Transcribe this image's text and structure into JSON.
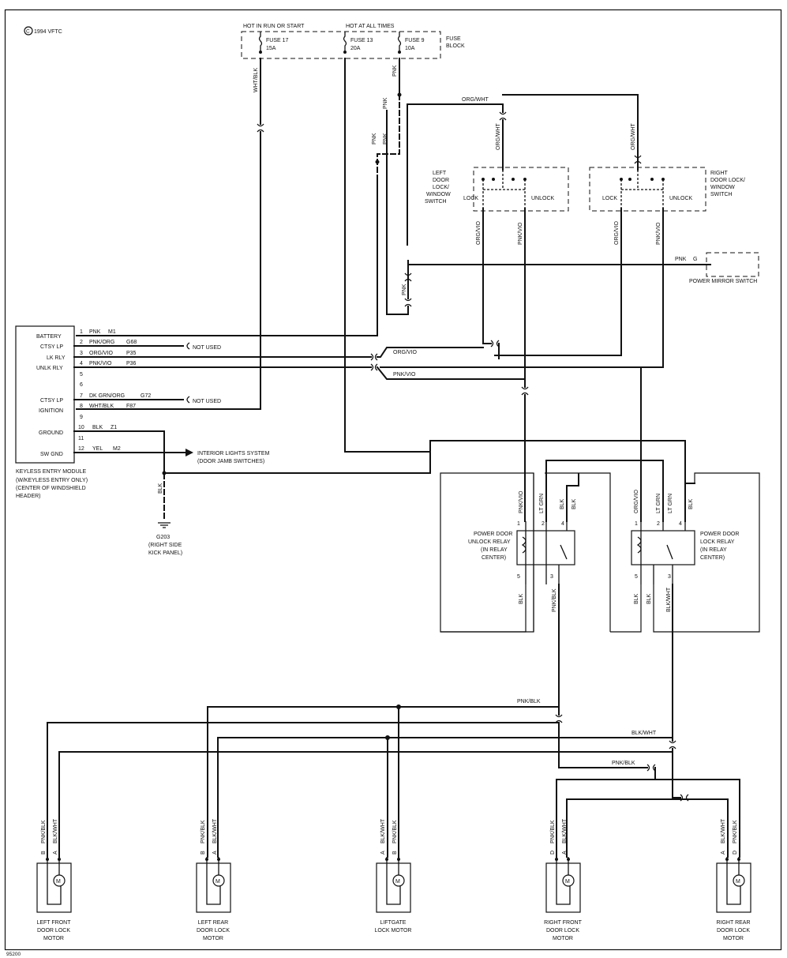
{
  "header": {
    "copyright": "1994 VFTC",
    "fig_id": "95200"
  },
  "fuse_block": {
    "label_line1": "FUSE",
    "label_line2": "BLOCK",
    "hot_run_start": "HOT IN RUN OR START",
    "hot_all_times": "HOT AT ALL TIMES",
    "fuses": [
      {
        "name": "FUSE 17",
        "rating": "15A"
      },
      {
        "name": "FUSE 13",
        "rating": "20A"
      },
      {
        "name": "FUSE 9",
        "rating": "10A"
      }
    ]
  },
  "switches": {
    "left": {
      "lines": [
        "LEFT",
        "DOOR",
        "LOCK/",
        "WINDOW",
        "SWITCH"
      ],
      "lock": "LOCK",
      "unlock": "UNLOCK"
    },
    "right": {
      "lines": [
        "RIGHT",
        "DOOR LOCK/",
        "WINDOW",
        "SWITCH"
      ],
      "lock": "LOCK",
      "unlock": "UNLOCK"
    },
    "mirror": "POWER MIRROR SWITCH"
  },
  "module": {
    "left_labels": [
      "BATTERY",
      "CTSY LP",
      "LK RLY",
      "UNLK RLY",
      "CTSY LP",
      "IGNITION",
      "GROUND",
      "SW GND"
    ],
    "pins": [
      "1",
      "2",
      "3",
      "4",
      "5",
      "6",
      "7",
      "8",
      "9",
      "10",
      "11",
      "12"
    ],
    "wires": [
      {
        "color": "PNK",
        "circuit": "M1"
      },
      {
        "color": "PNK/ORG",
        "circuit": "G68"
      },
      {
        "color": "ORG/VIO",
        "circuit": "P35"
      },
      {
        "color": "PNK/VIO",
        "circuit": "P36"
      },
      {
        "color": "DK GRN/ORG",
        "circuit": "G72"
      },
      {
        "color": "WHT/BLK",
        "circuit": "F87"
      },
      {
        "color": "BLK",
        "circuit": "Z1"
      },
      {
        "color": "YEL",
        "circuit": "M2"
      }
    ],
    "caption": [
      "KEYLESS ENTRY MODULE",
      "(W/KEYLESS ENTRY ONLY)",
      "(CENTER OF WINDSHIELD",
      "HEADER)"
    ],
    "not_used": "NOT USED",
    "interior": [
      "INTERIOR LIGHTS SYSTEM",
      "(DOOR JAMB SWITCHES)"
    ],
    "ground": [
      "G203",
      "(RIGHT SIDE",
      "KICK PANEL)"
    ]
  },
  "wire_colors": {
    "wht_blk": "WHT/BLK",
    "pnk": "PNK",
    "org_wht": "ORG/WHT",
    "org_vio": "ORG/VIO",
    "pnk_vio": "PNK/VIO",
    "lt_grn": "LT GRN",
    "blk": "BLK",
    "pnk_blk": "PNK/BLK",
    "blk_wht": "BLK/WHT",
    "pnk_g": "PNK",
    "g": "G"
  },
  "relays": {
    "unlock": [
      "POWER DOOR",
      "UNLOCK RELAY",
      "(IN RELAY",
      "CENTER)"
    ],
    "lock": [
      "POWER DOOR",
      "LOCK RELAY",
      "(IN RELAY",
      "CENTER)"
    ],
    "pins": [
      "1",
      "2",
      "4",
      "5",
      "3"
    ]
  },
  "motors": [
    {
      "lines": [
        "LEFT FRONT",
        "DOOR LOCK",
        "MOTOR"
      ],
      "pin_b": "B",
      "pin_a": "A",
      "wire_b": "PNK/BLK",
      "wire_a": "BLK/WHT"
    },
    {
      "lines": [
        "LEFT REAR",
        "DOOR LOCK",
        "MOTOR"
      ],
      "pin_b": "B",
      "pin_a": "A",
      "wire_b": "PNK/BLK",
      "wire_a": "BLK/WHT"
    },
    {
      "lines": [
        "LIFTGATE",
        "LOCK MOTOR"
      ],
      "pin_b": "A",
      "pin_a": "B",
      "wire_b": "BLK/WHT",
      "wire_a": "PNK/BLK"
    },
    {
      "lines": [
        "RIGHT FRONT",
        "DOOR LOCK",
        "MOTOR"
      ],
      "pin_b": "D",
      "pin_a": "A",
      "wire_b": "PNK/BLK",
      "wire_a": "BLK/WHT"
    },
    {
      "lines": [
        "RIGHT REAR",
        "DOOR LOCK",
        "MOTOR"
      ],
      "pin_b": "A",
      "pin_a": "D",
      "wire_b": "BLK/WHT",
      "wire_a": "PNK/BLK"
    }
  ],
  "motor_symbol": "M"
}
